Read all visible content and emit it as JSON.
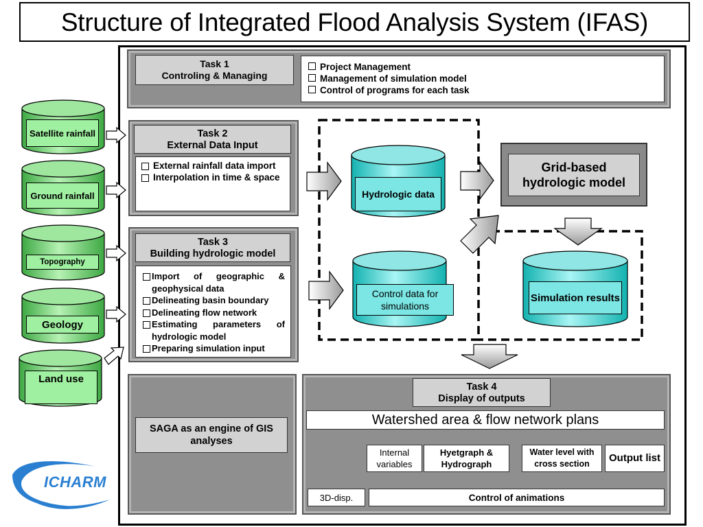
{
  "title": "Structure of Integrated Flood Analysis System (IFAS)",
  "task1": {
    "title_line1": "Task 1",
    "title_line2": "Controling & Managing",
    "items": [
      "Project Management",
      "Management of simulation model",
      "Control of programs for each task"
    ]
  },
  "task2": {
    "title_line1": "Task 2",
    "title_line2": "External Data Input",
    "items": [
      "External rainfall data import",
      "Interpolation in time & space"
    ]
  },
  "task3": {
    "title_line1": "Task 3",
    "title_line2": "Building hydrologic model",
    "items": [
      "Import of geographic & geophysical data",
      "Delineating basin boundary",
      "Delineating flow network",
      "Estimating parameters of hydrologic model",
      "Preparing simulation input"
    ]
  },
  "inputs": [
    "Satellite rainfall",
    "Ground rainfall",
    "Topography",
    "Geology",
    "Land use"
  ],
  "hydrologic_data": "Hydrologic data",
  "control_data": "Control data for simulations",
  "grid_model": "Grid-based hydrologic model",
  "simulation_results": "Simulation results",
  "saga": "SAGA as an engine of GIS analyses",
  "task4": {
    "title_line1": "Task 4",
    "title_line2": "Display of outputs",
    "watershed": "Watershed area & flow network plans",
    "internal_vars": "Internal variables",
    "hyetograph": "Hyetgraph & Hydrograph",
    "water_level": "Water level with cross section",
    "output_list": "Output list",
    "disp3d": "3D-disp.",
    "animations": "Control of animations"
  },
  "logo": "ICHARM",
  "colors": {
    "cylinder_green": "#5cc25f",
    "cylinder_cyan": "#27c9c6",
    "panel_gray": "#8f8f8f"
  }
}
